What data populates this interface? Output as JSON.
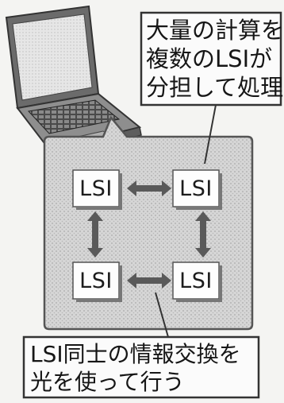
{
  "diagram": {
    "top_callout": {
      "lines": [
        "大量の計算を",
        "複数のLSIが",
        "分担して処理"
      ]
    },
    "bottom_callout": {
      "lines": [
        "LSI同士の情報交換を",
        "光を使って行う"
      ]
    },
    "chips": [
      {
        "label": "LSI"
      },
      {
        "label": "LSI"
      },
      {
        "label": "LSI"
      },
      {
        "label": "LSI"
      }
    ]
  }
}
